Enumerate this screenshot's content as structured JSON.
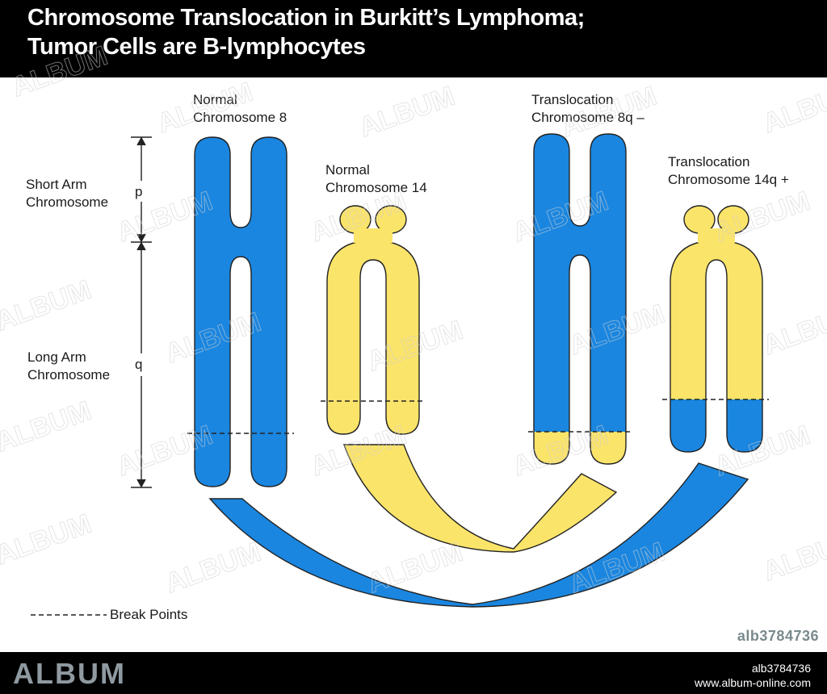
{
  "title": {
    "line1": "Chromosome Translocation in Burkitt’s Lymphoma;",
    "line2": "Tumor Cells are B-lymphocytes"
  },
  "labels": {
    "short_arm": [
      "Short Arm",
      "Chromosome"
    ],
    "long_arm": [
      "Long Arm",
      "Chromosome"
    ],
    "p": "p",
    "q": "q",
    "normal_8": [
      "Normal",
      "Chromosome 8"
    ],
    "normal_14": [
      "Normal",
      "Chromosome 14"
    ],
    "trans_8": [
      "Translocation",
      "Chromosome 8q –"
    ],
    "trans_14": [
      "Translocation",
      "Chromosome 14q +"
    ],
    "legend": "Break Points"
  },
  "colors": {
    "chromosome_8": "#1a86e0",
    "chromosome_14": "#fbe46a",
    "outline": "#222222"
  },
  "watermark": {
    "text": "ALBUM",
    "image_id": "alb3784736",
    "footer_logo": "ALBUM",
    "footer_id": "alb3784736",
    "footer_url": "www.album-online.com"
  }
}
